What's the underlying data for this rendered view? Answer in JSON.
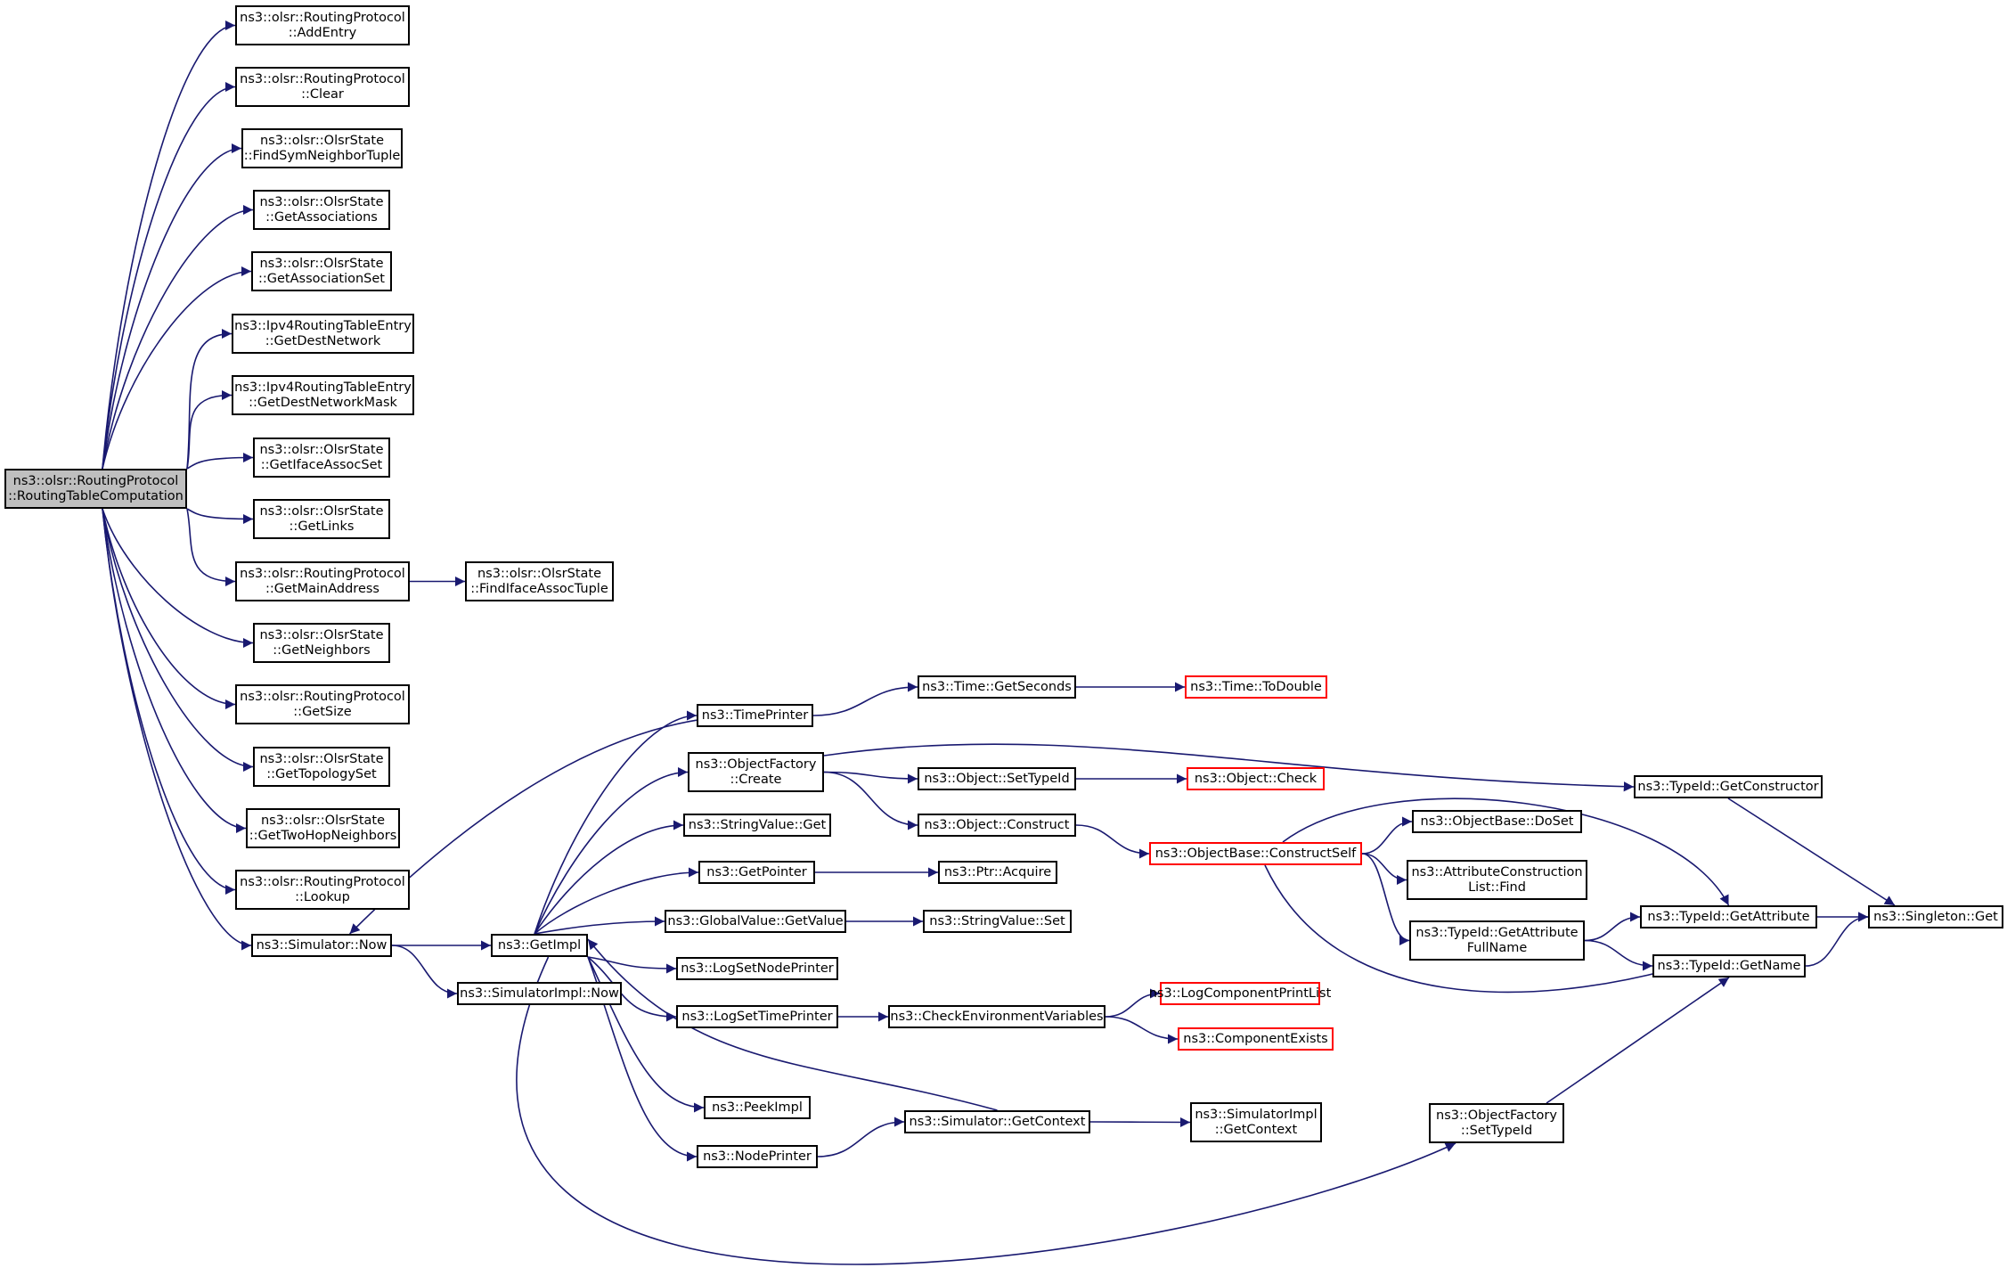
{
  "colors": {
    "edge": "#191970",
    "node_border": "#000000",
    "incomplete_border": "#ff0000",
    "root_fill": "#bfbfbf"
  },
  "nodes": [
    {
      "id": "root",
      "label": "ns3::olsr::RoutingProtocol\n::RoutingTableComputation",
      "style": "root"
    },
    {
      "id": "addentry",
      "label": "ns3::olsr::RoutingProtocol\n::AddEntry"
    },
    {
      "id": "clear",
      "label": "ns3::olsr::RoutingProtocol\n::Clear"
    },
    {
      "id": "findsym",
      "label": "ns3::olsr::OlsrState\n::FindSymNeighborTuple"
    },
    {
      "id": "getassoc",
      "label": "ns3::olsr::OlsrState\n::GetAssociations"
    },
    {
      "id": "getassocset",
      "label": "ns3::olsr::OlsrState\n::GetAssociationSet"
    },
    {
      "id": "destnet",
      "label": "ns3::Ipv4RoutingTableEntry\n::GetDestNetwork"
    },
    {
      "id": "destmask",
      "label": "ns3::Ipv4RoutingTableEntry\n::GetDestNetworkMask"
    },
    {
      "id": "ifaceset",
      "label": "ns3::olsr::OlsrState\n::GetIfaceAssocSet"
    },
    {
      "id": "links",
      "label": "ns3::olsr::OlsrState\n::GetLinks"
    },
    {
      "id": "mainaddr",
      "label": "ns3::olsr::RoutingProtocol\n::GetMainAddress"
    },
    {
      "id": "findiface",
      "label": "ns3::olsr::OlsrState\n::FindIfaceAssocTuple"
    },
    {
      "id": "neighbors",
      "label": "ns3::olsr::OlsrState\n::GetNeighbors"
    },
    {
      "id": "getsize",
      "label": "ns3::olsr::RoutingProtocol\n::GetSize"
    },
    {
      "id": "topology",
      "label": "ns3::olsr::OlsrState\n::GetTopologySet"
    },
    {
      "id": "twohop",
      "label": "ns3::olsr::OlsrState\n::GetTwoHopNeighbors"
    },
    {
      "id": "lookup",
      "label": "ns3::olsr::RoutingProtocol\n::Lookup"
    },
    {
      "id": "simnow",
      "label": "ns3::Simulator::Now"
    },
    {
      "id": "getimpl",
      "label": "ns3::GetImpl"
    },
    {
      "id": "implnow",
      "label": "ns3::SimulatorImpl::Now"
    },
    {
      "id": "timeprinter",
      "label": "ns3::TimePrinter"
    },
    {
      "id": "ofcreate",
      "label": "ns3::ObjectFactory\n::Create"
    },
    {
      "id": "strget",
      "label": "ns3::StringValue::Get"
    },
    {
      "id": "getpointer",
      "label": "ns3::GetPointer"
    },
    {
      "id": "gvget",
      "label": "ns3::GlobalValue::GetValue"
    },
    {
      "id": "logsetnode",
      "label": "ns3::LogSetNodePrinter"
    },
    {
      "id": "logsettime",
      "label": "ns3::LogSetTimePrinter"
    },
    {
      "id": "peekimpl",
      "label": "ns3::PeekImpl"
    },
    {
      "id": "nodeprinter",
      "label": "ns3::NodePrinter"
    },
    {
      "id": "getseconds",
      "label": "ns3::Time::GetSeconds"
    },
    {
      "id": "todouble",
      "label": "ns3::Time::ToDouble",
      "style": "red"
    },
    {
      "id": "settypeid",
      "label": "ns3::Object::SetTypeId"
    },
    {
      "id": "check",
      "label": "ns3::Object::Check",
      "style": "red"
    },
    {
      "id": "construct",
      "label": "ns3::Object::Construct"
    },
    {
      "id": "constructself",
      "label": "ns3::ObjectBase::ConstructSelf",
      "style": "red"
    },
    {
      "id": "ptracquire",
      "label": "ns3::Ptr::Acquire"
    },
    {
      "id": "strset",
      "label": "ns3::StringValue::Set"
    },
    {
      "id": "checkenv",
      "label": "ns3::CheckEnvironmentVariables"
    },
    {
      "id": "logcomp",
      "label": "ns3::LogComponentPrintList",
      "style": "red"
    },
    {
      "id": "compexists",
      "label": "ns3::ComponentExists",
      "style": "red"
    },
    {
      "id": "simgetctx",
      "label": "ns3::Simulator::GetContext"
    },
    {
      "id": "implgetctx",
      "label": "ns3::SimulatorImpl\n::GetContext"
    },
    {
      "id": "doset",
      "label": "ns3::ObjectBase::DoSet"
    },
    {
      "id": "acfind",
      "label": "ns3::AttributeConstruction\nList::Find"
    },
    {
      "id": "getattrfull",
      "label": "ns3::TypeId::GetAttribute\nFullName"
    },
    {
      "id": "getconstructor",
      "label": "ns3::TypeId::GetConstructor"
    },
    {
      "id": "getattribute",
      "label": "ns3::TypeId::GetAttribute"
    },
    {
      "id": "getname",
      "label": "ns3::TypeId::GetName"
    },
    {
      "id": "singleton",
      "label": "ns3::Singleton::Get"
    },
    {
      "id": "ofsettypeid",
      "label": "ns3::ObjectFactory\n::SetTypeId"
    }
  ],
  "edges": [
    [
      "root",
      "addentry"
    ],
    [
      "root",
      "clear"
    ],
    [
      "root",
      "findsym"
    ],
    [
      "root",
      "getassoc"
    ],
    [
      "root",
      "getassocset"
    ],
    [
      "root",
      "destnet"
    ],
    [
      "root",
      "destmask"
    ],
    [
      "root",
      "ifaceset"
    ],
    [
      "root",
      "links"
    ],
    [
      "root",
      "mainaddr"
    ],
    [
      "root",
      "neighbors"
    ],
    [
      "root",
      "getsize"
    ],
    [
      "root",
      "topology"
    ],
    [
      "root",
      "twohop"
    ],
    [
      "root",
      "lookup"
    ],
    [
      "root",
      "simnow"
    ],
    [
      "mainaddr",
      "findiface"
    ],
    [
      "simnow",
      "getimpl"
    ],
    [
      "simnow",
      "implnow"
    ],
    [
      "getimpl",
      "timeprinter"
    ],
    [
      "getimpl",
      "ofcreate"
    ],
    [
      "getimpl",
      "strget"
    ],
    [
      "getimpl",
      "getpointer"
    ],
    [
      "getimpl",
      "gvget"
    ],
    [
      "getimpl",
      "logsetnode"
    ],
    [
      "getimpl",
      "logsettime"
    ],
    [
      "getimpl",
      "peekimpl"
    ],
    [
      "getimpl",
      "nodeprinter"
    ],
    [
      "getimpl",
      "ofsettypeid"
    ],
    [
      "timeprinter",
      "simnow"
    ],
    [
      "timeprinter",
      "getseconds"
    ],
    [
      "getseconds",
      "todouble"
    ],
    [
      "ofcreate",
      "getconstructor"
    ],
    [
      "ofcreate",
      "settypeid"
    ],
    [
      "ofcreate",
      "construct"
    ],
    [
      "settypeid",
      "check"
    ],
    [
      "construct",
      "constructself"
    ],
    [
      "constructself",
      "doset"
    ],
    [
      "constructself",
      "acfind"
    ],
    [
      "constructself",
      "getattrfull"
    ],
    [
      "constructself",
      "getattribute"
    ],
    [
      "constructself",
      "getname"
    ],
    [
      "getattrfull",
      "getattribute"
    ],
    [
      "getattrfull",
      "getname"
    ],
    [
      "getattribute",
      "singleton"
    ],
    [
      "getname",
      "singleton"
    ],
    [
      "getconstructor",
      "singleton"
    ],
    [
      "ofsettypeid",
      "getname"
    ],
    [
      "getpointer",
      "ptracquire"
    ],
    [
      "gvget",
      "strset"
    ],
    [
      "logsettime",
      "checkenv"
    ],
    [
      "checkenv",
      "logcomp"
    ],
    [
      "checkenv",
      "compexists"
    ],
    [
      "simgetctx",
      "getimpl"
    ],
    [
      "simgetctx",
      "implgetctx"
    ],
    [
      "nodeprinter",
      "simgetctx"
    ]
  ]
}
